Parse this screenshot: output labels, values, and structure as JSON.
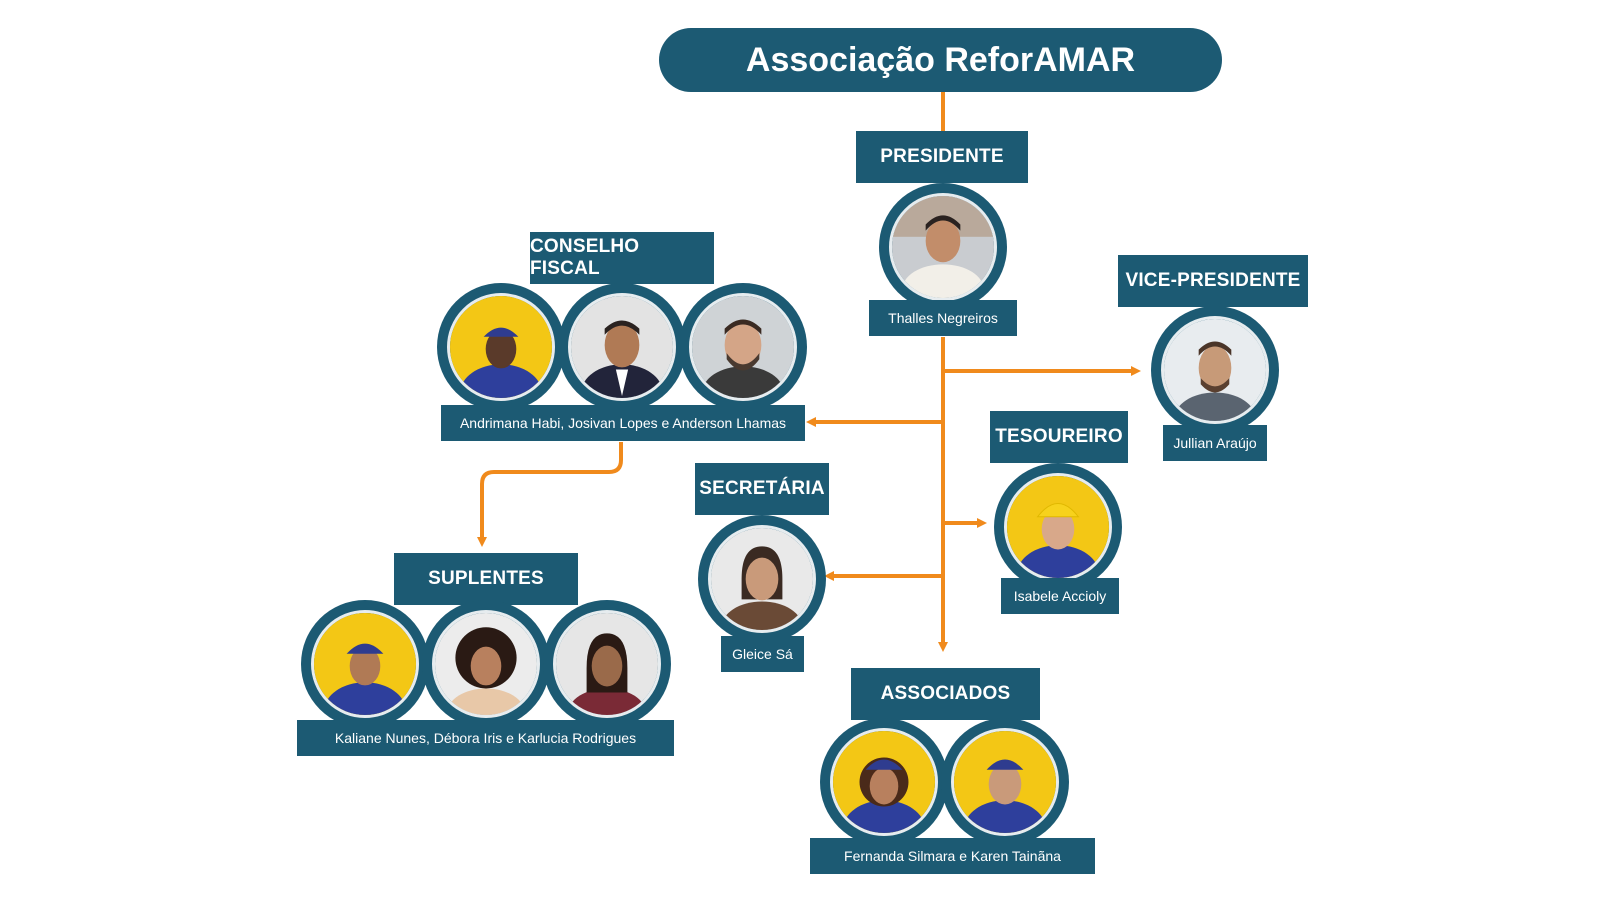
{
  "title": "Associação ReforAMAR",
  "colors": {
    "box": "#1c5a73",
    "connector": "#f08a1c",
    "yellow_bg": "#f3c715",
    "gray_bg": "#d8dadb",
    "uniform": "#2e3f9c",
    "helmet_yellow": "#f7d21c",
    "cap_blue": "#2f3c8f"
  },
  "roles": {
    "presidente": {
      "label": "PRESIDENTE",
      "names": "Thalles Negreiros"
    },
    "conselho": {
      "label": "CONSELHO FISCAL",
      "names": "Andrimana Habi, Josivan Lopes e Anderson Lhamas"
    },
    "vice": {
      "label": "VICE-PRESIDENTE",
      "names": "Jullian Araújo"
    },
    "tesoureiro": {
      "label": "TESOUREIRO",
      "names": "Isabele Accioly"
    },
    "secretaria": {
      "label": "SECRETÁRIA",
      "names": "Gleice Sá"
    },
    "suplentes": {
      "label": "SUPLENTES",
      "names": "Kaliane Nunes, Débora Iris e Karlucia Rodrigues"
    },
    "associados": {
      "label": "ASSOCIADOS",
      "names": "Fernanda Silmara e Karen Tainãna"
    }
  }
}
